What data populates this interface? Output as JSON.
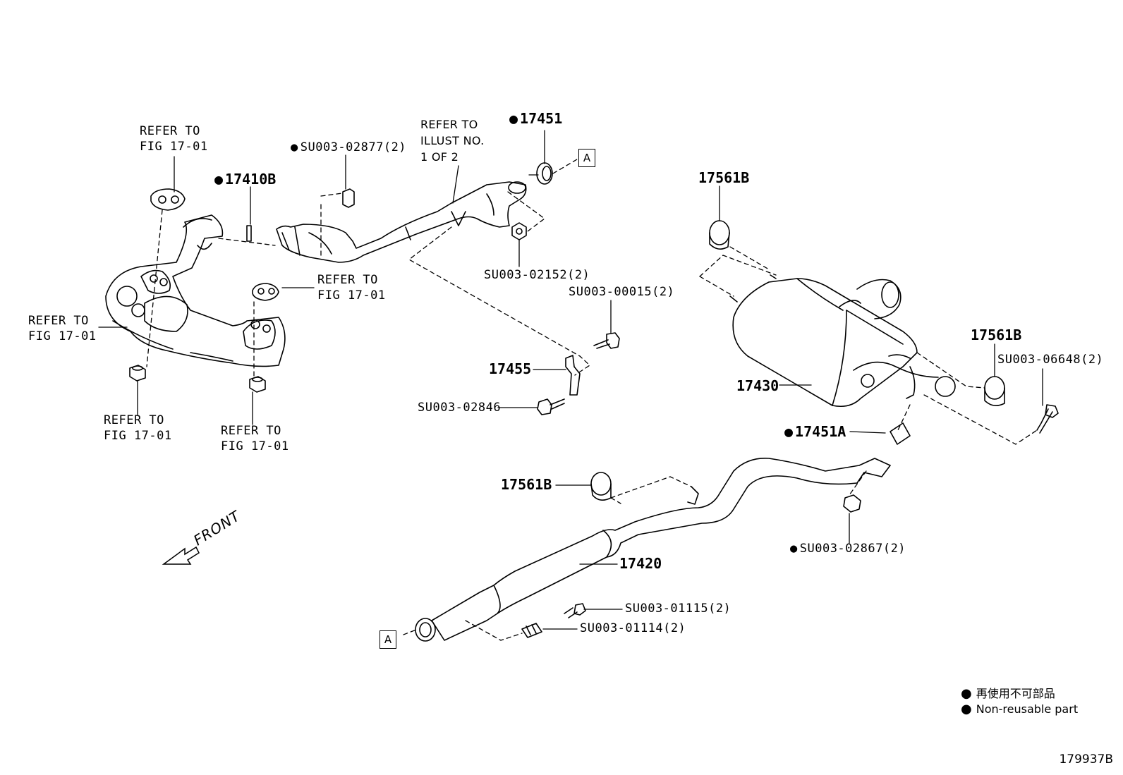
{
  "labels": {
    "refer_fig_top": [
      "REFER TO",
      "FIG 17-01"
    ],
    "refer_fig_left": [
      "REFER TO",
      "FIG 17-01"
    ],
    "refer_fig_mid": [
      "REFER TO",
      "FIG 17-01"
    ],
    "refer_fig_bl": [
      "REFER TO",
      "FIG 17-01"
    ],
    "refer_fig_br": [
      "REFER TO",
      "FIG 17-01"
    ],
    "refer_illust": [
      "REFER TO",
      "ILLUST NO.",
      "1 OF 2"
    ],
    "p17410B": "17410B",
    "su02877": "SU003-02877(2)",
    "p17451": "17451",
    "su02152": "SU003-02152(2)",
    "su00015": "SU003-00015(2)",
    "p17455": "17455",
    "su02846": "SU003-02846",
    "p17561B_top": "17561B",
    "p17561B_right": "17561B",
    "su06648": "SU003-06648(2)",
    "p17430": "17430",
    "p17451A": "17451A",
    "p17561B_mid": "17561B",
    "su02867": "SU003-02867(2)",
    "p17420": "17420",
    "su01115": "SU003-01115(2)",
    "su01114": "SU003-01114(2)",
    "box_a": "A",
    "front": "FRONT"
  },
  "legend": {
    "line1": "再使用不可部品",
    "line2": "Non-reusable part"
  },
  "image_id": "179937B"
}
